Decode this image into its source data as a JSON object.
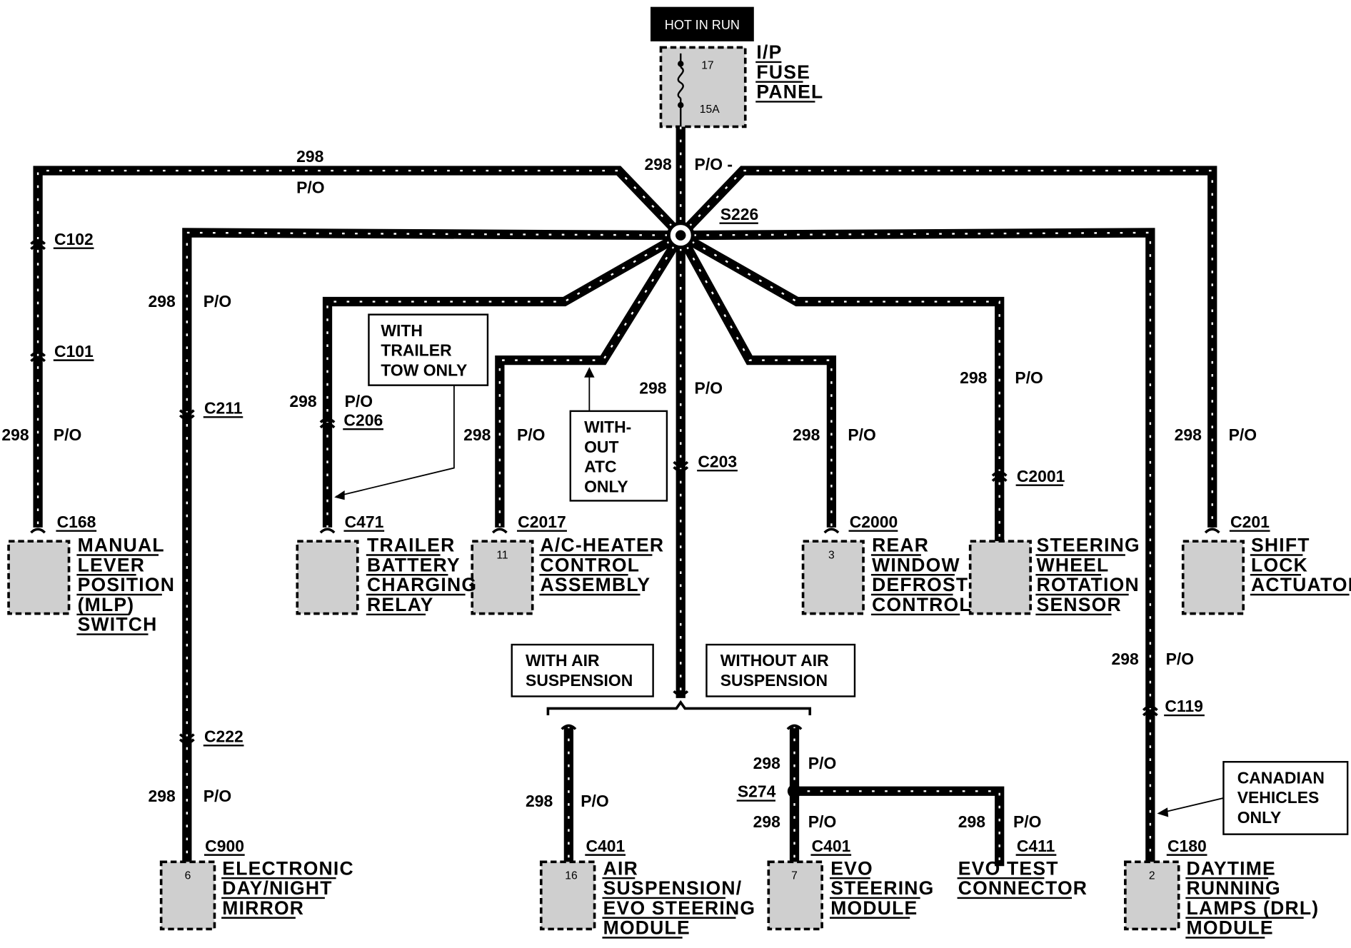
{
  "hot_in_run": "HOT IN RUN",
  "fuse": {
    "number": "17",
    "rating": "15A",
    "panel_lines": [
      "I/P",
      "FUSE",
      "PANEL"
    ]
  },
  "splices": {
    "main": "S226",
    "evo": "S274"
  },
  "notes": {
    "trailer_tow": [
      "WITH",
      "TRAILER",
      "TOW ONLY"
    ],
    "without_atc": [
      "WITH-",
      "OUT",
      "ATC",
      "ONLY"
    ],
    "with_air": [
      "WITH AIR",
      "SUSPENSION"
    ],
    "without_air": [
      "WITHOUT  AIR",
      "SUSPENSION"
    ],
    "canadian": [
      "CANADIAN",
      "VEHICLES",
      "ONLY"
    ]
  },
  "wire": {
    "circuit": "298",
    "color": "P/O",
    "color_left_top": "P/O",
    "color_top": "P/O -"
  },
  "connectors": {
    "c102": "C102",
    "c101": "C101",
    "c211": "C211",
    "c206": "C206",
    "c203": "C203",
    "c2001": "C2001",
    "c222": "C222",
    "c119": "C119"
  },
  "components": [
    {
      "id": "mlp",
      "connector": "C168",
      "pin": "",
      "lines": [
        "MANUAL",
        "LEVER",
        "POSITION",
        "(MLP)",
        "SWITCH"
      ]
    },
    {
      "id": "trailer",
      "connector": "C471",
      "pin": "",
      "lines": [
        "TRAILER",
        "BATTERY",
        "CHARGING",
        "RELAY"
      ]
    },
    {
      "id": "ac",
      "connector": "C2017",
      "pin": "11",
      "lines": [
        "A/C-HEATER",
        "CONTROL",
        "ASSEMBLY"
      ]
    },
    {
      "id": "defrost",
      "connector": "C2000",
      "pin": "3",
      "lines": [
        "REAR",
        "WINDOW",
        "DEFROST",
        "CONTROL"
      ]
    },
    {
      "id": "steering-sensor",
      "connector": "C2001",
      "pin": "",
      "lines": [
        "STEERING",
        "WHEEL",
        "ROTATION",
        "SENSOR"
      ]
    },
    {
      "id": "shift-lock",
      "connector": "C201",
      "pin": "",
      "lines": [
        "SHIFT",
        "LOCK",
        "ACTUATOR"
      ]
    },
    {
      "id": "mirror",
      "connector": "C900",
      "pin": "6",
      "lines": [
        "ELECTRONIC",
        "DAY/NIGHT",
        "MIRROR"
      ]
    },
    {
      "id": "air-susp",
      "connector": "C401",
      "pin": "16",
      "lines": [
        "AIR",
        "SUSPENSION/",
        "EVO STEERING",
        "MODULE"
      ]
    },
    {
      "id": "evo",
      "connector": "C401",
      "pin": "7",
      "lines": [
        "EVO",
        "STEERING",
        "MODULE"
      ]
    },
    {
      "id": "evo-test",
      "connector": "C411",
      "pin": "",
      "lines": [
        "EVO TEST",
        "CONNECTOR"
      ]
    },
    {
      "id": "drl",
      "connector": "C180",
      "pin": "2",
      "lines": [
        "DAYTIME",
        "RUNNING",
        "LAMPS (DRL)",
        "MODULE"
      ]
    }
  ]
}
